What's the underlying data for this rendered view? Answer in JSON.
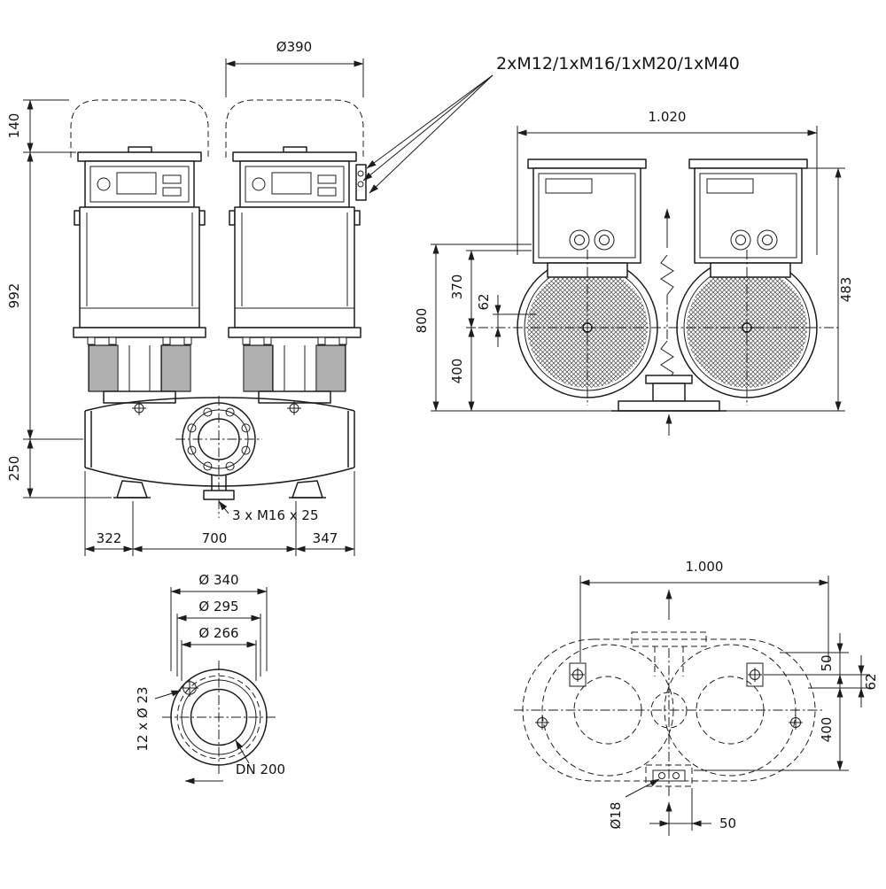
{
  "drawing": {
    "callout_glands": "2xM12/1xM16/1xM20/1xM40",
    "front_view": {
      "dia_motor": "Ø390",
      "dim_clearance": "140",
      "dim_height": "992",
      "dim_base": "250",
      "dim_span_left": "322",
      "dim_span_center": "700",
      "dim_span_right": "347",
      "note_bolts": "3 x M16 x 25"
    },
    "side_view": {
      "dim_width": "1.020",
      "dim_483": "483",
      "dim_370": "370",
      "dim_62": "62",
      "dim_800": "800",
      "dim_400": "400"
    },
    "flange_view": {
      "dia_outer": "Ø 340",
      "dia_bolt_circle": "Ø 295",
      "dia_face": "Ø 266",
      "note_holes": "12 x Ø 23",
      "nominal": "DN 200"
    },
    "plan_view": {
      "dim_width": "1.000",
      "dim_50_top": "50",
      "dim_62": "62",
      "dim_400": "400",
      "dia_holes": "Ø18",
      "dim_50_bottom": "50"
    },
    "colors": {
      "line": "#1c1c1c",
      "background": "#ffffff"
    }
  }
}
